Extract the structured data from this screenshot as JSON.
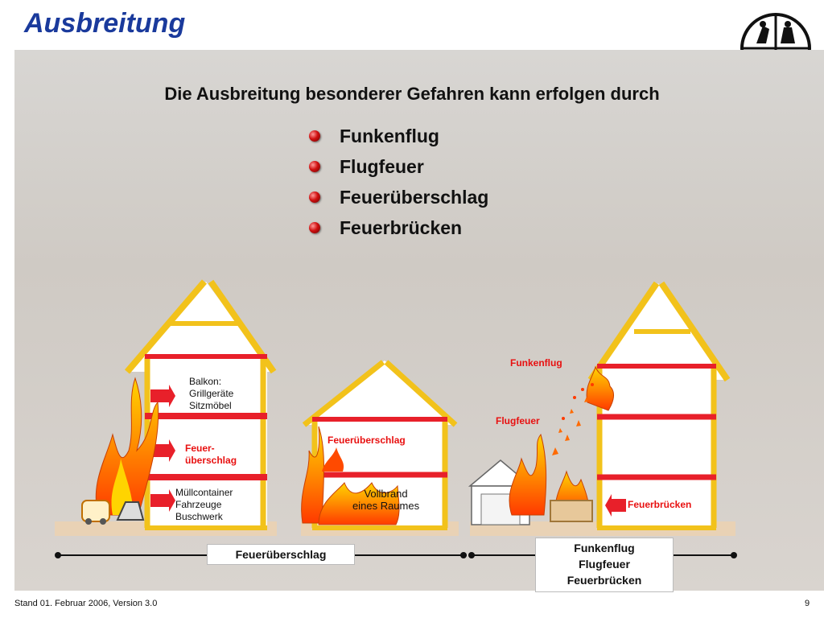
{
  "title": "Ausbreitung",
  "heading": "Die Ausbreitung besonderer Gefahren kann erfolgen durch",
  "bullets": [
    "Funkenflug",
    "Flugfeuer",
    "Feuerüberschlag",
    "Feuerbrücken"
  ],
  "house1": {
    "balkon": [
      "Balkon:",
      "Grillgeräte",
      "Sitzmöbel"
    ],
    "ueberschlag": [
      "Feuer-",
      "überschlag"
    ],
    "ground": [
      "Müllcontainer",
      "Fahrzeuge",
      "Buschwerk"
    ]
  },
  "house2": {
    "ueberschlag": "Feuerüberschlag",
    "vollbrand": [
      "Vollbrand",
      "eines Raumes"
    ]
  },
  "house3": {
    "funkenflug": "Funkenflug",
    "flugfeuer": "Flugfeuer",
    "feuerbruecken": "Feuerbrücken"
  },
  "legend": {
    "left": "Feuerüberschlag",
    "right": [
      "Funkenflug",
      "Flugfeuer",
      "Feuerbrücken"
    ]
  },
  "footer": "Stand 01. Februar 2006, Version 3.0",
  "page_number": "9",
  "colors": {
    "title": "#1a3a9c",
    "beam": "#f2c21b",
    "floor": "#e8202a",
    "flame": "#ff8a00"
  }
}
